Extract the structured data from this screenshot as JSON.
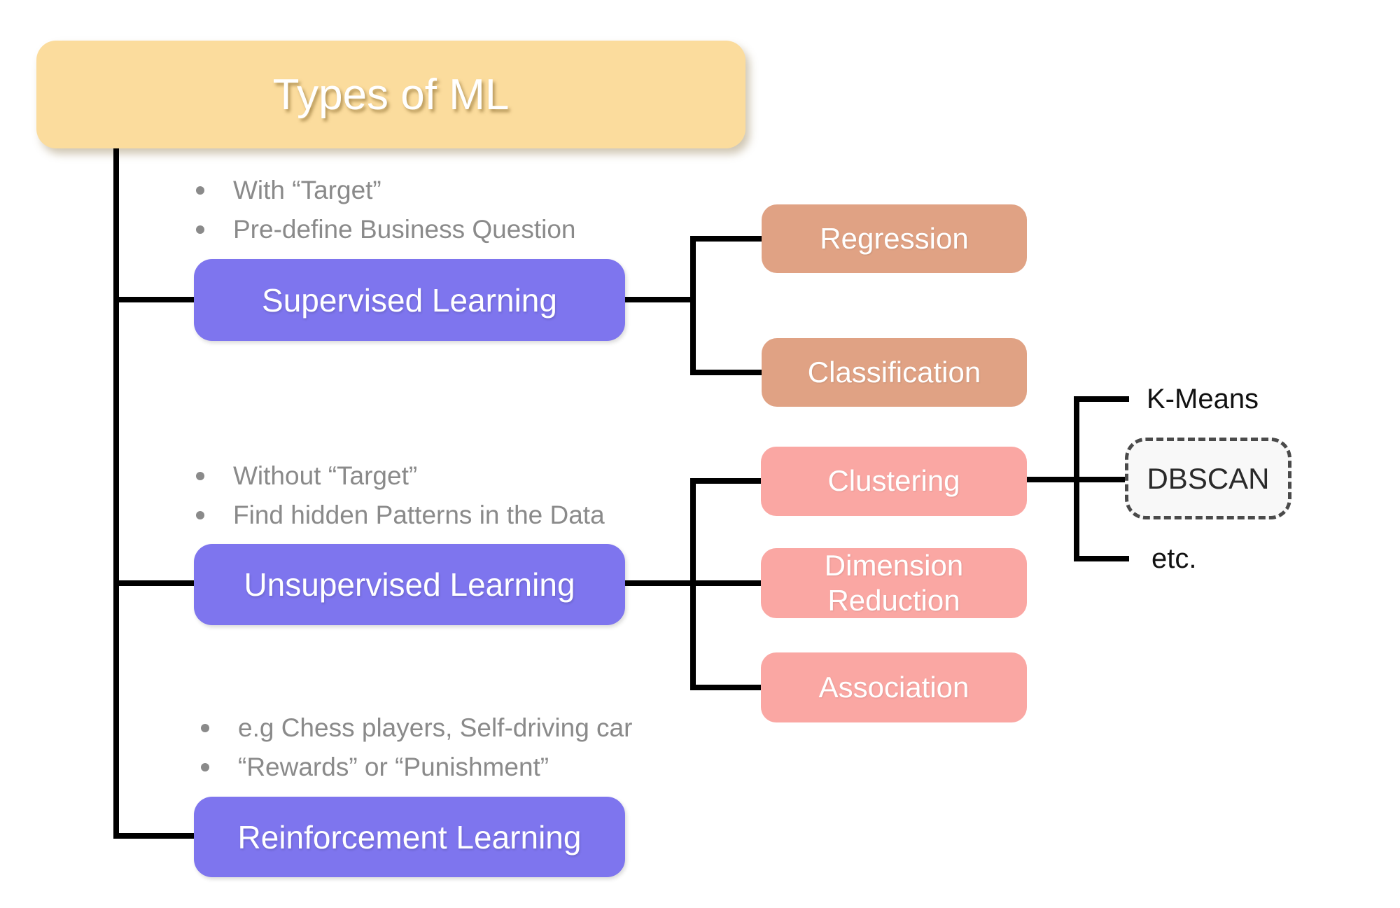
{
  "title": "Types of ML",
  "colors": {
    "root_fill": "#FBDC9D",
    "branch_fill": "#7E75EE",
    "supervised_child_fill": "#E0A284",
    "unsupervised_child_fill": "#FAA7A3",
    "connector": "#000000",
    "note_text": "#8A8A8A",
    "leaf_text": "#111111",
    "dashed_leaf_border": "#4A4A4A",
    "dashed_leaf_fill": "#F8F8F8"
  },
  "branches": [
    {
      "label": "Supervised Learning",
      "notes": [
        "With “Target”",
        "Pre-define Business Question"
      ],
      "children": [
        {
          "label": "Regression"
        },
        {
          "label": "Classification"
        }
      ]
    },
    {
      "label": "Unsupervised Learning",
      "notes": [
        "Without “Target”",
        "Find hidden Patterns in the Data"
      ],
      "children": [
        {
          "label": "Clustering",
          "children": [
            {
              "label": "K-Means",
              "style": "plain"
            },
            {
              "label": "DBSCAN",
              "style": "dashed-box"
            },
            {
              "label": "etc.",
              "style": "plain"
            }
          ]
        },
        {
          "label": "Dimension Reduction"
        },
        {
          "label": "Association"
        }
      ]
    },
    {
      "label": "Reinforcement Learning",
      "notes": [
        "e.g Chess players, Self-driving car",
        "“Rewards” or “Punishment”"
      ]
    }
  ]
}
